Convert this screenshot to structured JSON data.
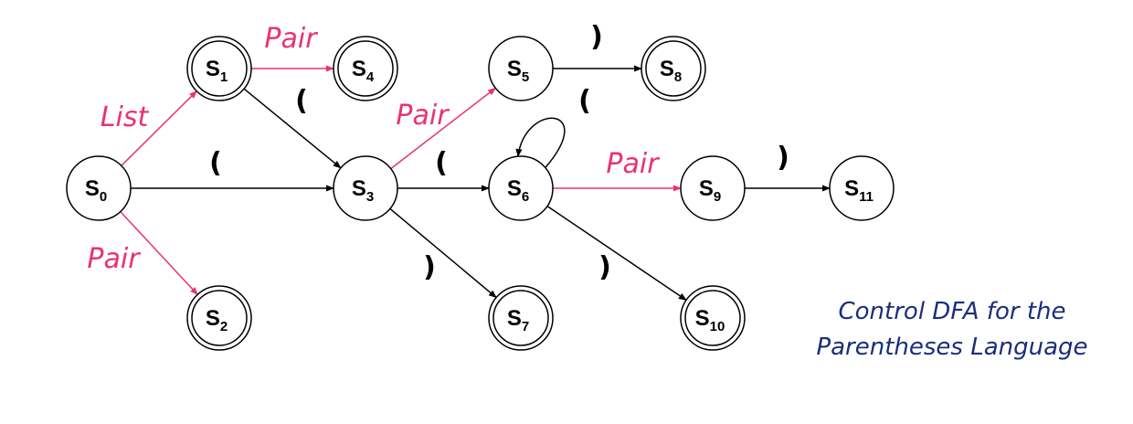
{
  "title_lines": [
    "Control DFA for  the",
    "Parentheses Language"
  ],
  "colors": {
    "accent": "#e8336f",
    "default": "#000000",
    "caption": "#1a2e7a"
  },
  "states": [
    {
      "id": "s0",
      "base": "S",
      "sub": "0",
      "accepting": false
    },
    {
      "id": "s1",
      "base": "S",
      "sub": "1",
      "accepting": true
    },
    {
      "id": "s2",
      "base": "S",
      "sub": "2",
      "accepting": true
    },
    {
      "id": "s3",
      "base": "S",
      "sub": "3",
      "accepting": false
    },
    {
      "id": "s4",
      "base": "S",
      "sub": "4",
      "accepting": true
    },
    {
      "id": "s5",
      "base": "S",
      "sub": "5",
      "accepting": false
    },
    {
      "id": "s6",
      "base": "S",
      "sub": "6",
      "accepting": false
    },
    {
      "id": "s7",
      "base": "S",
      "sub": "7",
      "accepting": true
    },
    {
      "id": "s8",
      "base": "S",
      "sub": "8",
      "accepting": true
    },
    {
      "id": "s9",
      "base": "S",
      "sub": "9",
      "accepting": false
    },
    {
      "id": "s10",
      "base": "S",
      "sub": "10",
      "accepting": true
    },
    {
      "id": "s11",
      "base": "S",
      "sub": "11",
      "accepting": false
    }
  ],
  "transitions": [
    {
      "from": "s0",
      "to": "s1",
      "label": "List",
      "highlight": true
    },
    {
      "from": "s0",
      "to": "s2",
      "label": "Pair",
      "highlight": true
    },
    {
      "from": "s0",
      "to": "s3",
      "label": "(",
      "highlight": false
    },
    {
      "from": "s1",
      "to": "s4",
      "label": "Pair",
      "highlight": true
    },
    {
      "from": "s1",
      "to": "s3",
      "label": "(",
      "highlight": false
    },
    {
      "from": "s3",
      "to": "s5",
      "label": "Pair",
      "highlight": true
    },
    {
      "from": "s3",
      "to": "s6",
      "label": "(",
      "highlight": false
    },
    {
      "from": "s3",
      "to": "s7",
      "label": ")",
      "highlight": false
    },
    {
      "from": "s5",
      "to": "s8",
      "label": ")",
      "highlight": false
    },
    {
      "from": "s6",
      "to": "s6",
      "label": "(",
      "highlight": false
    },
    {
      "from": "s6",
      "to": "s9",
      "label": "Pair",
      "highlight": true
    },
    {
      "from": "s6",
      "to": "s10",
      "label": ")",
      "highlight": false
    },
    {
      "from": "s9",
      "to": "s11",
      "label": ")",
      "highlight": false
    }
  ]
}
